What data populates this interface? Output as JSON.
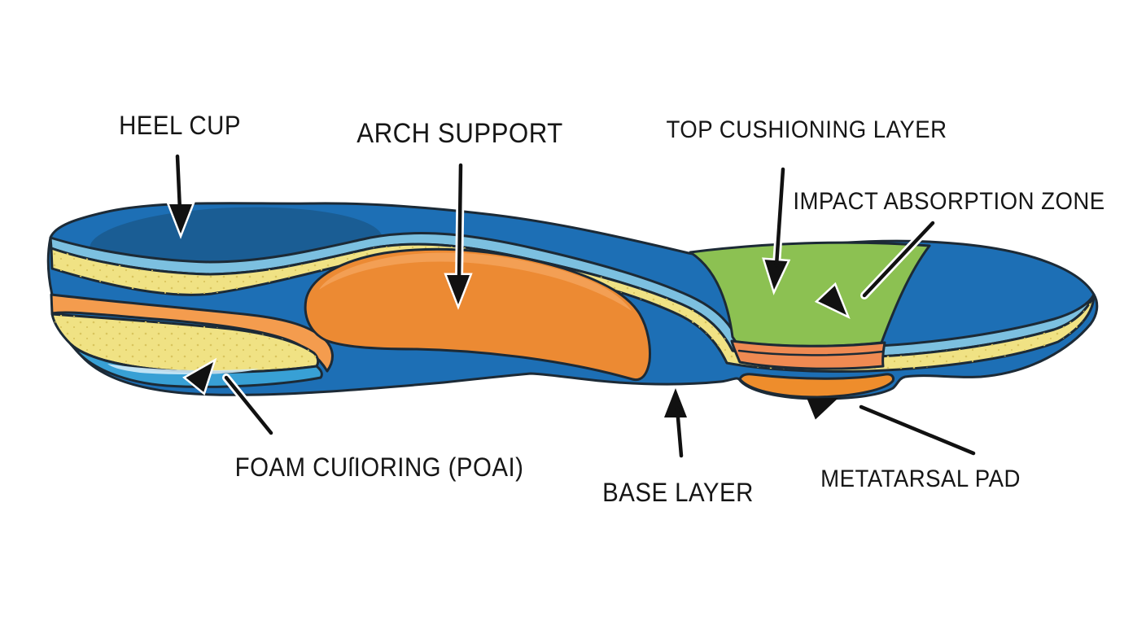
{
  "callouts": {
    "heel_cup": "HEEL CUP",
    "arch_support": "ARCH SUPPORT",
    "top_cushioning_layer": "TOP CUSHIONING LAYER",
    "impact_absorption_zone": "IMPACT ABSORPTION ZONE",
    "foam_cushioning": "FOAM CUſIORING (POAI)",
    "base_layer": "BASE LAYER",
    "metatarsal_pad": "METATARSAL PAD"
  },
  "colors": {
    "outline": "#1c2a36",
    "body_blue": "#1d6fb5",
    "heel_cup_blue": "#1a5d94",
    "top_stripe_blue": "#7cc0e0",
    "stripe_yellow": "#f0e284",
    "heel_stripe_orange": "#f49c4e",
    "foam_yellow": "#f0e284",
    "gel_blue": "#38a0d5",
    "gel_highlight": "#cfeaf8",
    "arch_orange": "#ec8a33",
    "arch_orange_light": "#f4a25b",
    "impact_green": "#8cc152",
    "forefoot_salmon": "#ef8a52",
    "metatarsal_orange": "#ee8d2c",
    "label_text": "#161616",
    "background": "#ffffff"
  }
}
